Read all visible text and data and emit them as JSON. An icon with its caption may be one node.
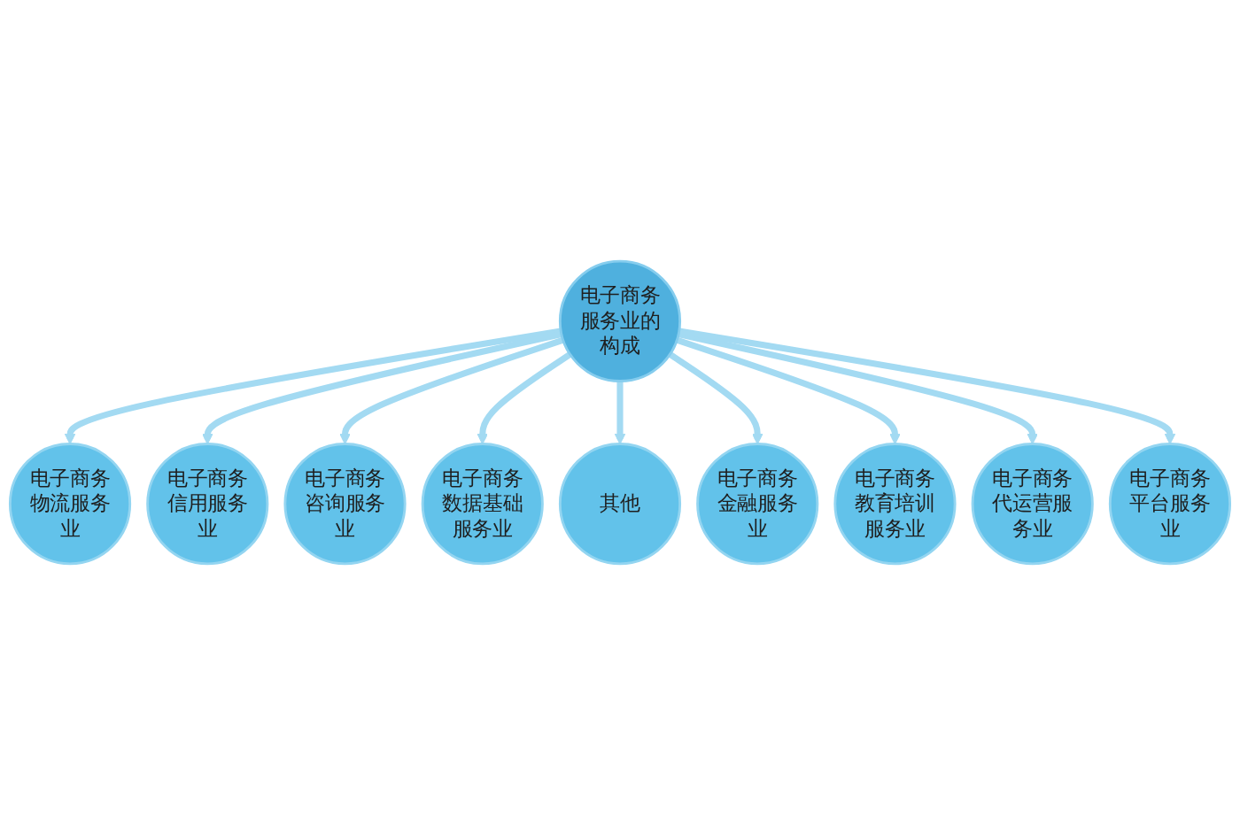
{
  "diagram": {
    "nodes": [
      {
        "text": [
          "电子商务服务业的构成"
        ]
      },
      {
        "text": [
          "电子商务物流服务业"
        ]
      },
      {
        "text": [
          "电子商务信用服务业"
        ]
      },
      {
        "text": [
          "电子商务咨询服务业"
        ]
      },
      {
        "text": [
          "电子商务数据基础服务业"
        ]
      },
      {
        "text": [
          "其他"
        ]
      },
      {
        "text": [
          "电子商务金融服务业"
        ]
      },
      {
        "text": [
          "电子商务教育培训服务业"
        ]
      },
      {
        "text": [
          "电子商务代运营服务业"
        ]
      },
      {
        "text": [
          "电子商务平台服务业"
        ]
      }
    ],
    "edges": [
      {
        "from": 0,
        "to": 1,
        "arrow": "to"
      },
      {
        "from": 0,
        "to": 2,
        "arrow": "to"
      },
      {
        "from": 0,
        "to": 3,
        "arrow": "to"
      },
      {
        "from": 0,
        "to": 4,
        "arrow": "to"
      },
      {
        "from": 0,
        "to": 5,
        "arrow": "to"
      },
      {
        "from": 0,
        "to": 6,
        "arrow": "to"
      },
      {
        "from": 0,
        "to": 7,
        "arrow": "to"
      },
      {
        "from": 0,
        "to": 8,
        "arrow": "to"
      },
      {
        "from": 0,
        "to": 9,
        "arrow": "to"
      }
    ]
  }
}
